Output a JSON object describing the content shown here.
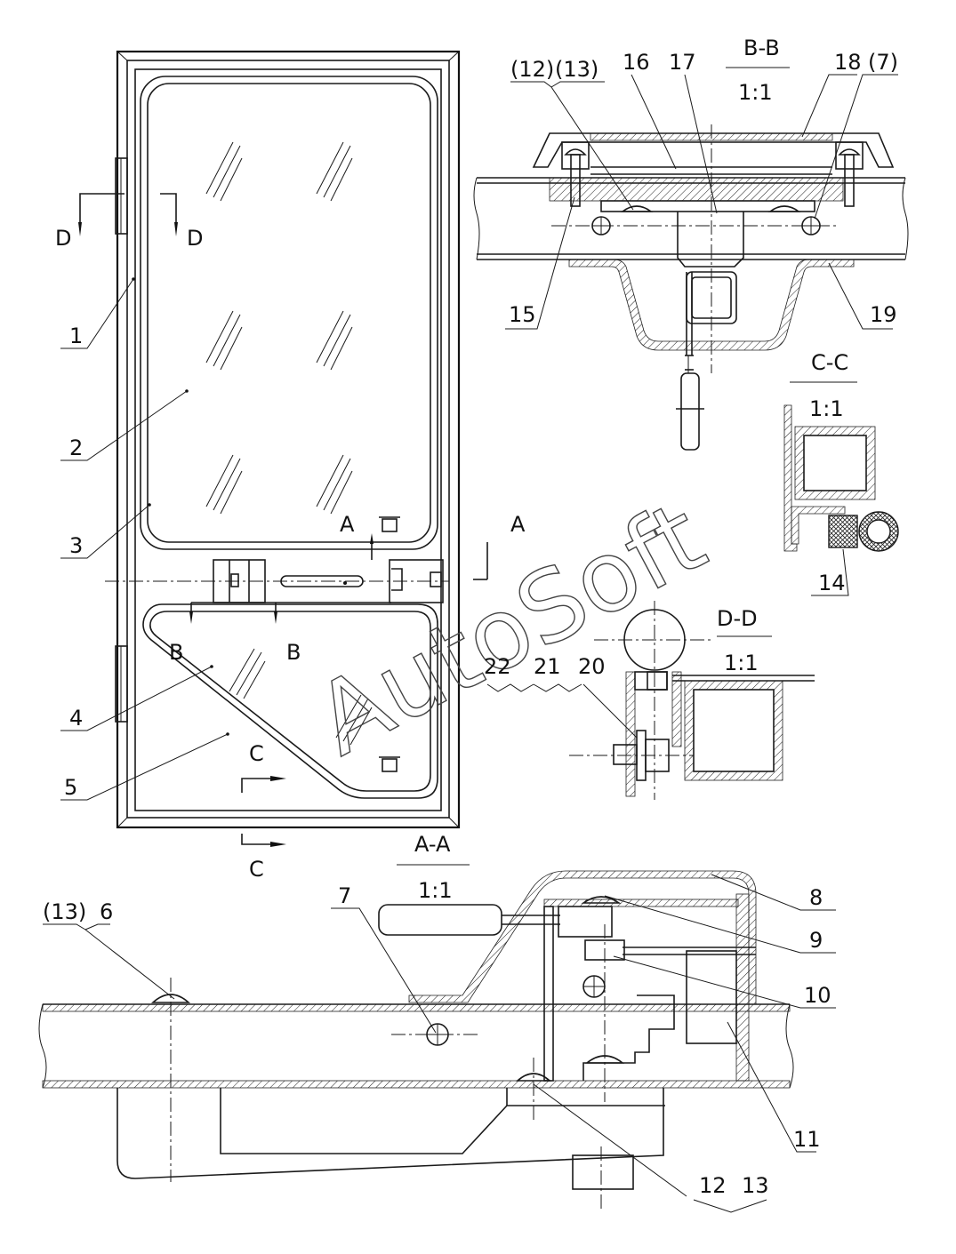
{
  "watermark": "AutoSoft",
  "section_labels": {
    "bb_title": "B-B",
    "bb_scale": "1:1",
    "cc_title": "C-C",
    "cc_scale": "1:1",
    "dd_title": "D-D",
    "dd_scale": "1:1",
    "aa_title": "A-A",
    "aa_scale": "1:1"
  },
  "cut_marks": {
    "d_left": "D",
    "d_right": "D",
    "a_left": "A",
    "a_right": "A",
    "b_left": "B",
    "b_right": "B",
    "c_top": "C",
    "c_bottom": "C"
  },
  "callouts": {
    "c1": "1",
    "c2": "2",
    "c3": "3",
    "c4": "4",
    "c5": "5",
    "c6": "6",
    "c7a": "7",
    "c8": "8",
    "c9": "9",
    "c10": "10",
    "c11": "11",
    "c12": "12",
    "c13": "13",
    "c14": "14",
    "c15": "15",
    "c16": "16",
    "c17": "17",
    "c18": "18",
    "c19": "19",
    "c20": "20",
    "c21": "21",
    "c22": "22",
    "c12p": "(12)",
    "c13p": "(13)",
    "c7p": "(7)",
    "c13p_aa": "(13)"
  }
}
